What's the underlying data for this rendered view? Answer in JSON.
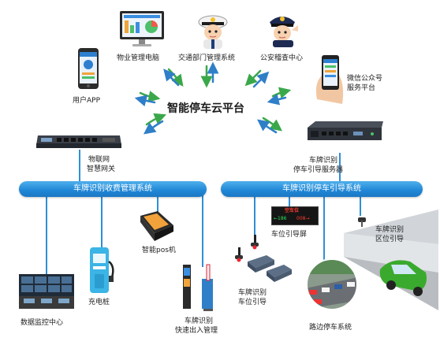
{
  "center_title": "智能停车云平台",
  "top_nodes": {
    "property_computer": "物业管理电脑",
    "traffic_dept": "交通部门管理系统",
    "police": "公安稽查中心",
    "user_app": "用户APP",
    "wechat": [
      "微信公众号",
      "服务平台"
    ]
  },
  "gateway_label": [
    "物联网",
    "智慧网关"
  ],
  "server_label": [
    "车牌识别",
    "停车引导服务器"
  ],
  "bus_left": "车牌识别收费管理系统",
  "bus_right": "车牌识别停车引导系统",
  "left_nodes": {
    "smart_pos": "智能pos机",
    "charging_pile": "充电桩",
    "monitor_center": "数据监控中心",
    "fast_gate": [
      "车牌识别",
      "快速出入管理"
    ]
  },
  "right_nodes": {
    "guide_screen": "车位引导屏",
    "slot_guide": [
      "车牌识别",
      "车位引导"
    ],
    "area_guide": [
      "车牌识别",
      "区位引导"
    ],
    "roadside": "路边停车系统"
  },
  "guide_screen_display": {
    "title": "空车位",
    "left": "←186",
    "right": "008→"
  },
  "colors": {
    "bus_blue": "#1f86d6",
    "line_blue": "#2e8fd8",
    "arrow_green": "#3aa84a",
    "arrow_blue": "#2f7fc8"
  }
}
